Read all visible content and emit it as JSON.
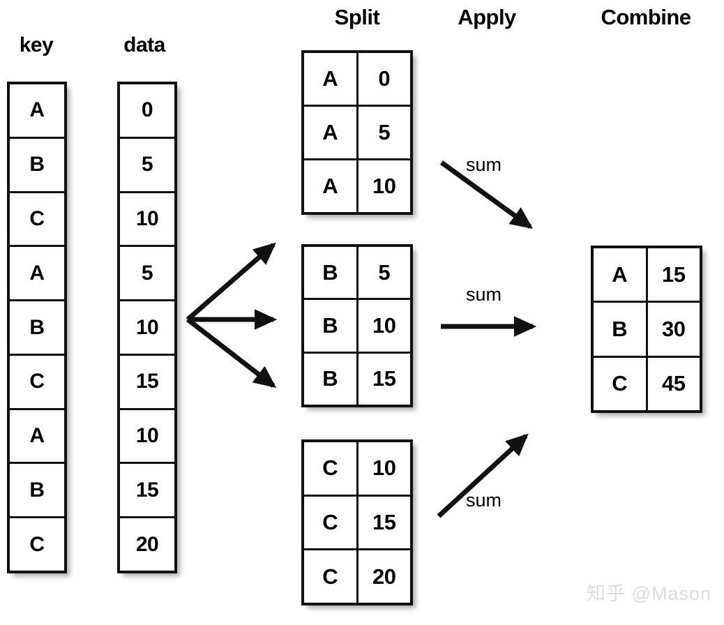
{
  "headings": {
    "key": "key",
    "data": "data",
    "split": "Split",
    "apply": "Apply",
    "combine": "Combine"
  },
  "source": {
    "key_column": {
      "header": "key",
      "values": [
        "A",
        "B",
        "C",
        "A",
        "B",
        "C",
        "A",
        "B",
        "C"
      ]
    },
    "data_column": {
      "header": "data",
      "values": [
        "0",
        "5",
        "10",
        "5",
        "10",
        "15",
        "10",
        "15",
        "20"
      ]
    }
  },
  "split_groups": [
    {
      "name": "group-a",
      "rows": [
        {
          "key": "A",
          "value": "0"
        },
        {
          "key": "A",
          "value": "5"
        },
        {
          "key": "A",
          "value": "10"
        }
      ]
    },
    {
      "name": "group-b",
      "rows": [
        {
          "key": "B",
          "value": "5"
        },
        {
          "key": "B",
          "value": "10"
        },
        {
          "key": "B",
          "value": "15"
        }
      ]
    },
    {
      "name": "group-c",
      "rows": [
        {
          "key": "C",
          "value": "10"
        },
        {
          "key": "C",
          "value": "15"
        },
        {
          "key": "C",
          "value": "20"
        }
      ]
    }
  ],
  "apply": {
    "labels": [
      "sum",
      "sum",
      "sum"
    ]
  },
  "combine": {
    "rows": [
      {
        "key": "A",
        "value": "15"
      },
      {
        "key": "B",
        "value": "30"
      },
      {
        "key": "C",
        "value": "45"
      }
    ]
  },
  "watermark": "知乎 @Mason",
  "colors": {
    "ink": "#111111",
    "paper": "#ffffff",
    "watermark": "#dcdcdc"
  }
}
